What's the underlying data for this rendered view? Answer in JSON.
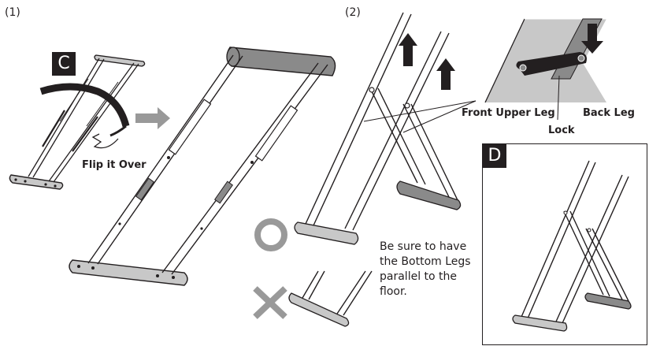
{
  "steps": {
    "step1_label": "(1)",
    "step2_label": "(2)"
  },
  "badges": {
    "c": "C",
    "d": "D"
  },
  "callouts": {
    "flip": "Flip it Over",
    "front_upper_leg": "Front Upper Leg",
    "back_leg": "Back Leg",
    "lock": "Lock"
  },
  "note": {
    "line1": "Be sure to have",
    "line2": "the Bottom Legs",
    "line3": "parallel to the",
    "line4": "floor."
  },
  "symbols": {
    "correct": "circle-correct-icon",
    "incorrect": "cross-incorrect-icon"
  },
  "colors": {
    "ink": "#231f20",
    "gray_fill": "#8a8a8a",
    "light_gray": "#c8c8c8",
    "symbol_gray": "#999999"
  }
}
